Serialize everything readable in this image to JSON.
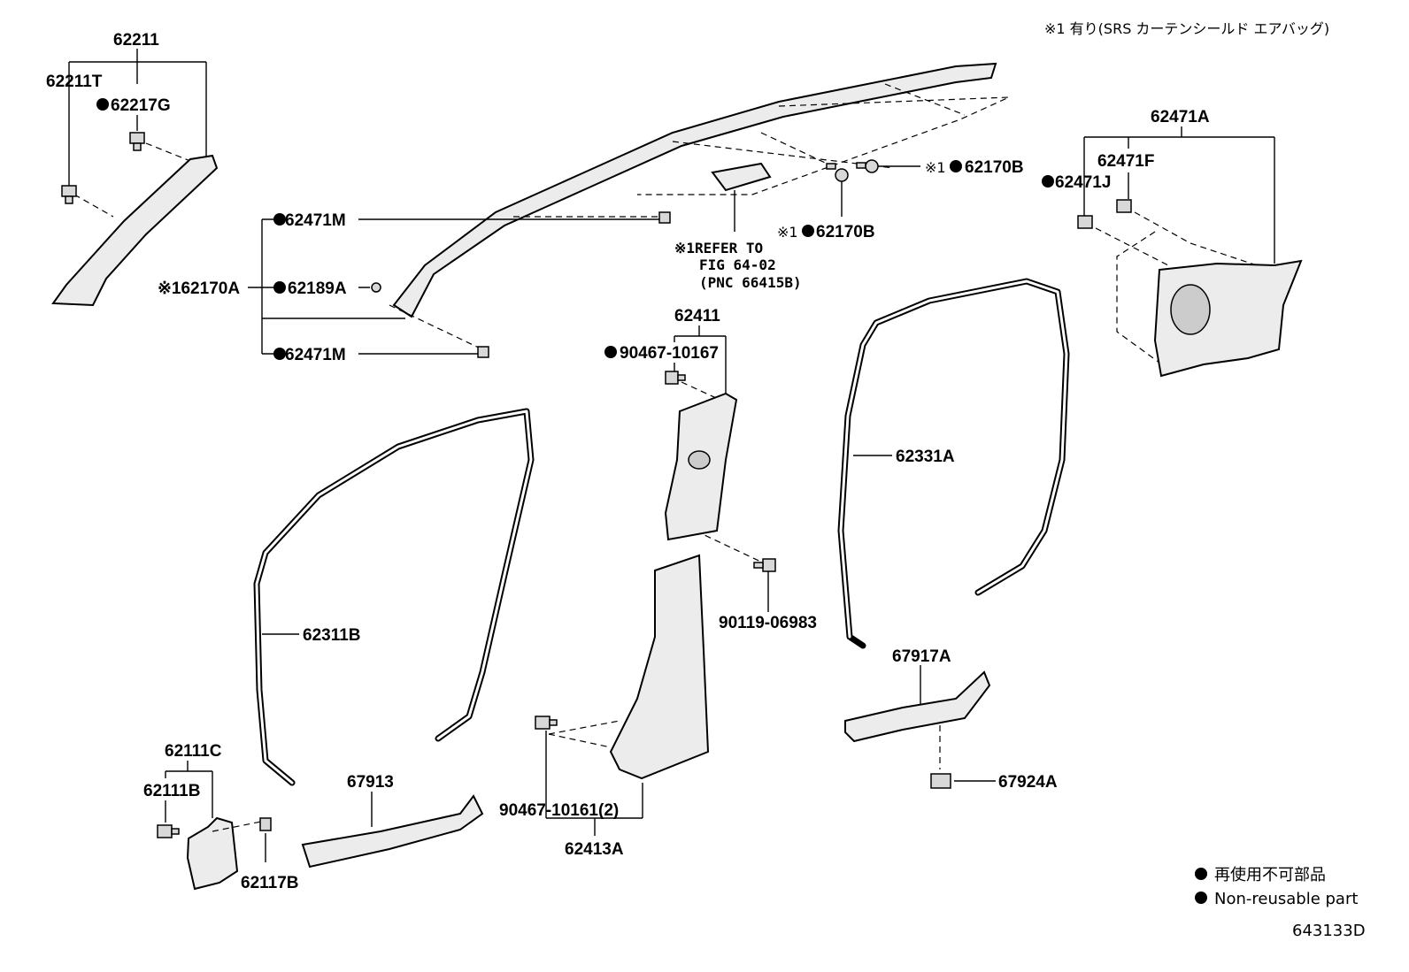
{
  "header_note": "※1 有り(SRS カーテンシールド エアバッグ)",
  "legend": {
    "line1": "再使用不可部品",
    "line2": "Non-reusable part"
  },
  "figure_code": "643133D",
  "refer_note": {
    "line1": "※1REFER TO",
    "line2": "FIG 64-02",
    "line3": "(PNC 66415B)"
  },
  "labels": {
    "p62211": "62211",
    "p62211T": "62211T",
    "p62217G": "62217G",
    "p62471M_a": "62471M",
    "p62170A": "※162170A",
    "p62189A": "62189A",
    "p62471M_b": "62471M",
    "p62170B_a": "※1",
    "p62170B_a_num": "62170B",
    "p62170B_b": "※1",
    "p62170B_b_num": "62170B",
    "p62471A": "62471A",
    "p62471F": "62471F",
    "p62471J": "62471J",
    "p62411": "62411",
    "p90467_10167": "90467-10167",
    "p62331A": "62331A",
    "p90119_06983": "90119-06983",
    "p62311B": "62311B",
    "p67917A": "67917A",
    "p62111C": "62111C",
    "p62111B": "62111B",
    "p62117B": "62117B",
    "p67913": "67913",
    "p90467_10161": "90467-10161(2)",
    "p62413A": "62413A",
    "p67924A": "67924A"
  }
}
